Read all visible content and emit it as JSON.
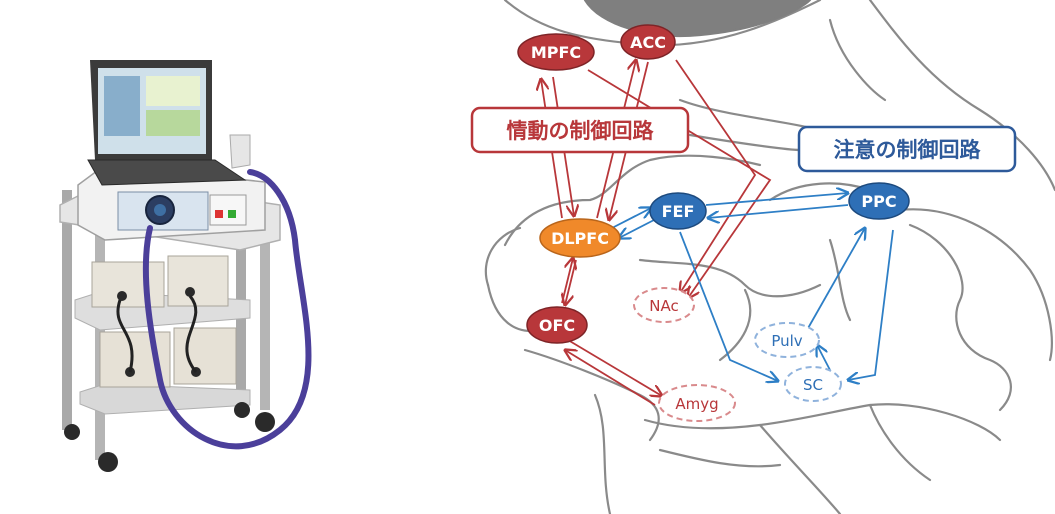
{
  "photo": {
    "subject": "TMS stimulation device on rolling cart",
    "icon": "tms-device-illustration"
  },
  "diagram": {
    "emotion_circuit_label": "情動の制御回路",
    "attention_circuit_label": "注意の制御回路",
    "nodes": {
      "mpfc": "MPFC",
      "acc": "ACC",
      "dlpfc": "DLPFC",
      "fef": "FEF",
      "ppc": "PPC",
      "ofc": "OFC",
      "nac": "NAc",
      "pulv": "Pulv",
      "sc": "SC",
      "amyg": "Amyg"
    },
    "colors": {
      "emotion_red": "#b8373a",
      "attention_blue": "#2e6fb6",
      "dlpfc_orange": "#f0892a",
      "dashed_red": "#d98a8c",
      "dashed_blue": "#8fb2dc",
      "brain_outline": "#8a8a8a"
    }
  }
}
